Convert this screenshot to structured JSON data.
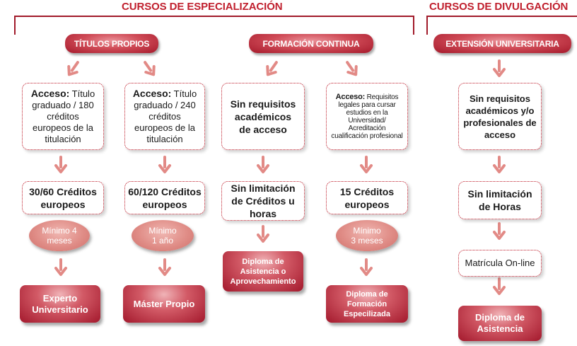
{
  "sections": {
    "especializacion_title": "CURSOS DE ESPECIALIZACIÓN",
    "divulgacion_title": "CURSOS DE DIVULGACIÓN"
  },
  "categories": {
    "titulos_propios": "TÍTULOS PROPIOS",
    "formacion_continua": "FORMACIÓN CONTINUA",
    "extension_universitaria": "EXTENSIÓN UNIVERSITARIA"
  },
  "columns": {
    "experto": {
      "access_bold": "Acceso:",
      "access_text": " Título graduado / 180 créditos europeos de la titulación",
      "credits": "30/60 Créditos europeos",
      "duration": "Mínimo 4 meses",
      "result": "Experto Universitario"
    },
    "master": {
      "access_bold": "Acceso:",
      "access_text": " Título graduado / 240 créditos europeos de la titulación",
      "credits": "60/120 Créditos europeos",
      "duration": "Mínimo 1 año",
      "result": "Máster Propio"
    },
    "asistencia": {
      "access": "Sin requisitos académicos de acceso",
      "credits": "Sin limitación de Créditos u horas",
      "result": "Diploma de Asistencia o Aprovechamiento"
    },
    "especializada": {
      "access_bold": "Acceso:",
      "access_text": " Requisitos legales para cursar estudios en la Universidad/ Acreditación cualificación profesional",
      "credits": "15 Créditos europeos",
      "duration": "Mínimo 3 meses",
      "result": "Diploma de Formación Especilizada"
    },
    "extension": {
      "access": "Sin requisitos académicos y/o profesionales de acceso",
      "hours": "Sin limitación de Horas",
      "enrollment": "Matrícula On-line",
      "result": "Diploma de Asistencia"
    }
  },
  "colors": {
    "accent": "#c0202e",
    "bracket": "#a11a2a",
    "arrow": "#e28a86"
  }
}
